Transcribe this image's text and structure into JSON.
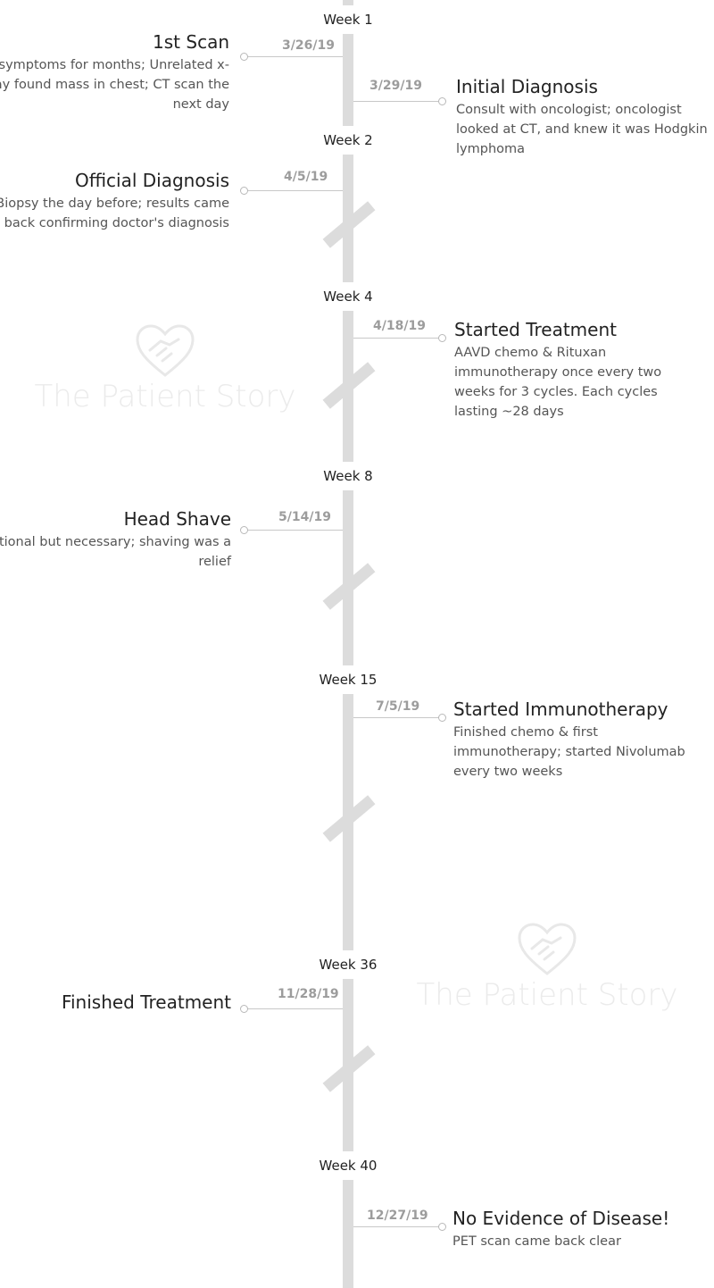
{
  "watermark": {
    "text": "The Patient Story"
  },
  "weeks": [
    "Week 1",
    "Week 2",
    "Week 4",
    "Week 8",
    "Week 15",
    "Week 36",
    "Week 40"
  ],
  "events": [
    {
      "date": "3/26/19",
      "title": "1st Scan",
      "desc": "Had symptoms for months; Unrelated x-ray found mass in chest; CT scan the next day",
      "side": "left"
    },
    {
      "date": "3/29/19",
      "title": "Initial Diagnosis",
      "desc": "Consult with oncologist; oncologist looked at CT, and knew it was Hodgkin lymphoma",
      "side": "right"
    },
    {
      "date": "4/5/19",
      "title": "Official Diagnosis",
      "desc": "Biopsy the day before; results came back confirming doctor's diagnosis",
      "side": "left"
    },
    {
      "date": "4/18/19",
      "title": "Started Treatment",
      "desc": "AAVD chemo & Rituxan immunotherapy once every two weeks for 3 cycles. Each cycles lasting ~28 days",
      "side": "right"
    },
    {
      "date": "5/14/19",
      "title": "Head Shave",
      "desc": "Emotional but necessary; shaving was a relief",
      "side": "left"
    },
    {
      "date": "7/5/19",
      "title": "Started Immunotherapy",
      "desc": "Finished chemo & first immunotherapy; started Nivolumab every two weeks",
      "side": "right"
    },
    {
      "date": "11/28/19",
      "title": "Finished Treatment",
      "desc": "",
      "side": "left"
    },
    {
      "date": "12/27/19",
      "title": "No Evidence of Disease!",
      "desc": "PET scan came back clear",
      "side": "right"
    }
  ]
}
